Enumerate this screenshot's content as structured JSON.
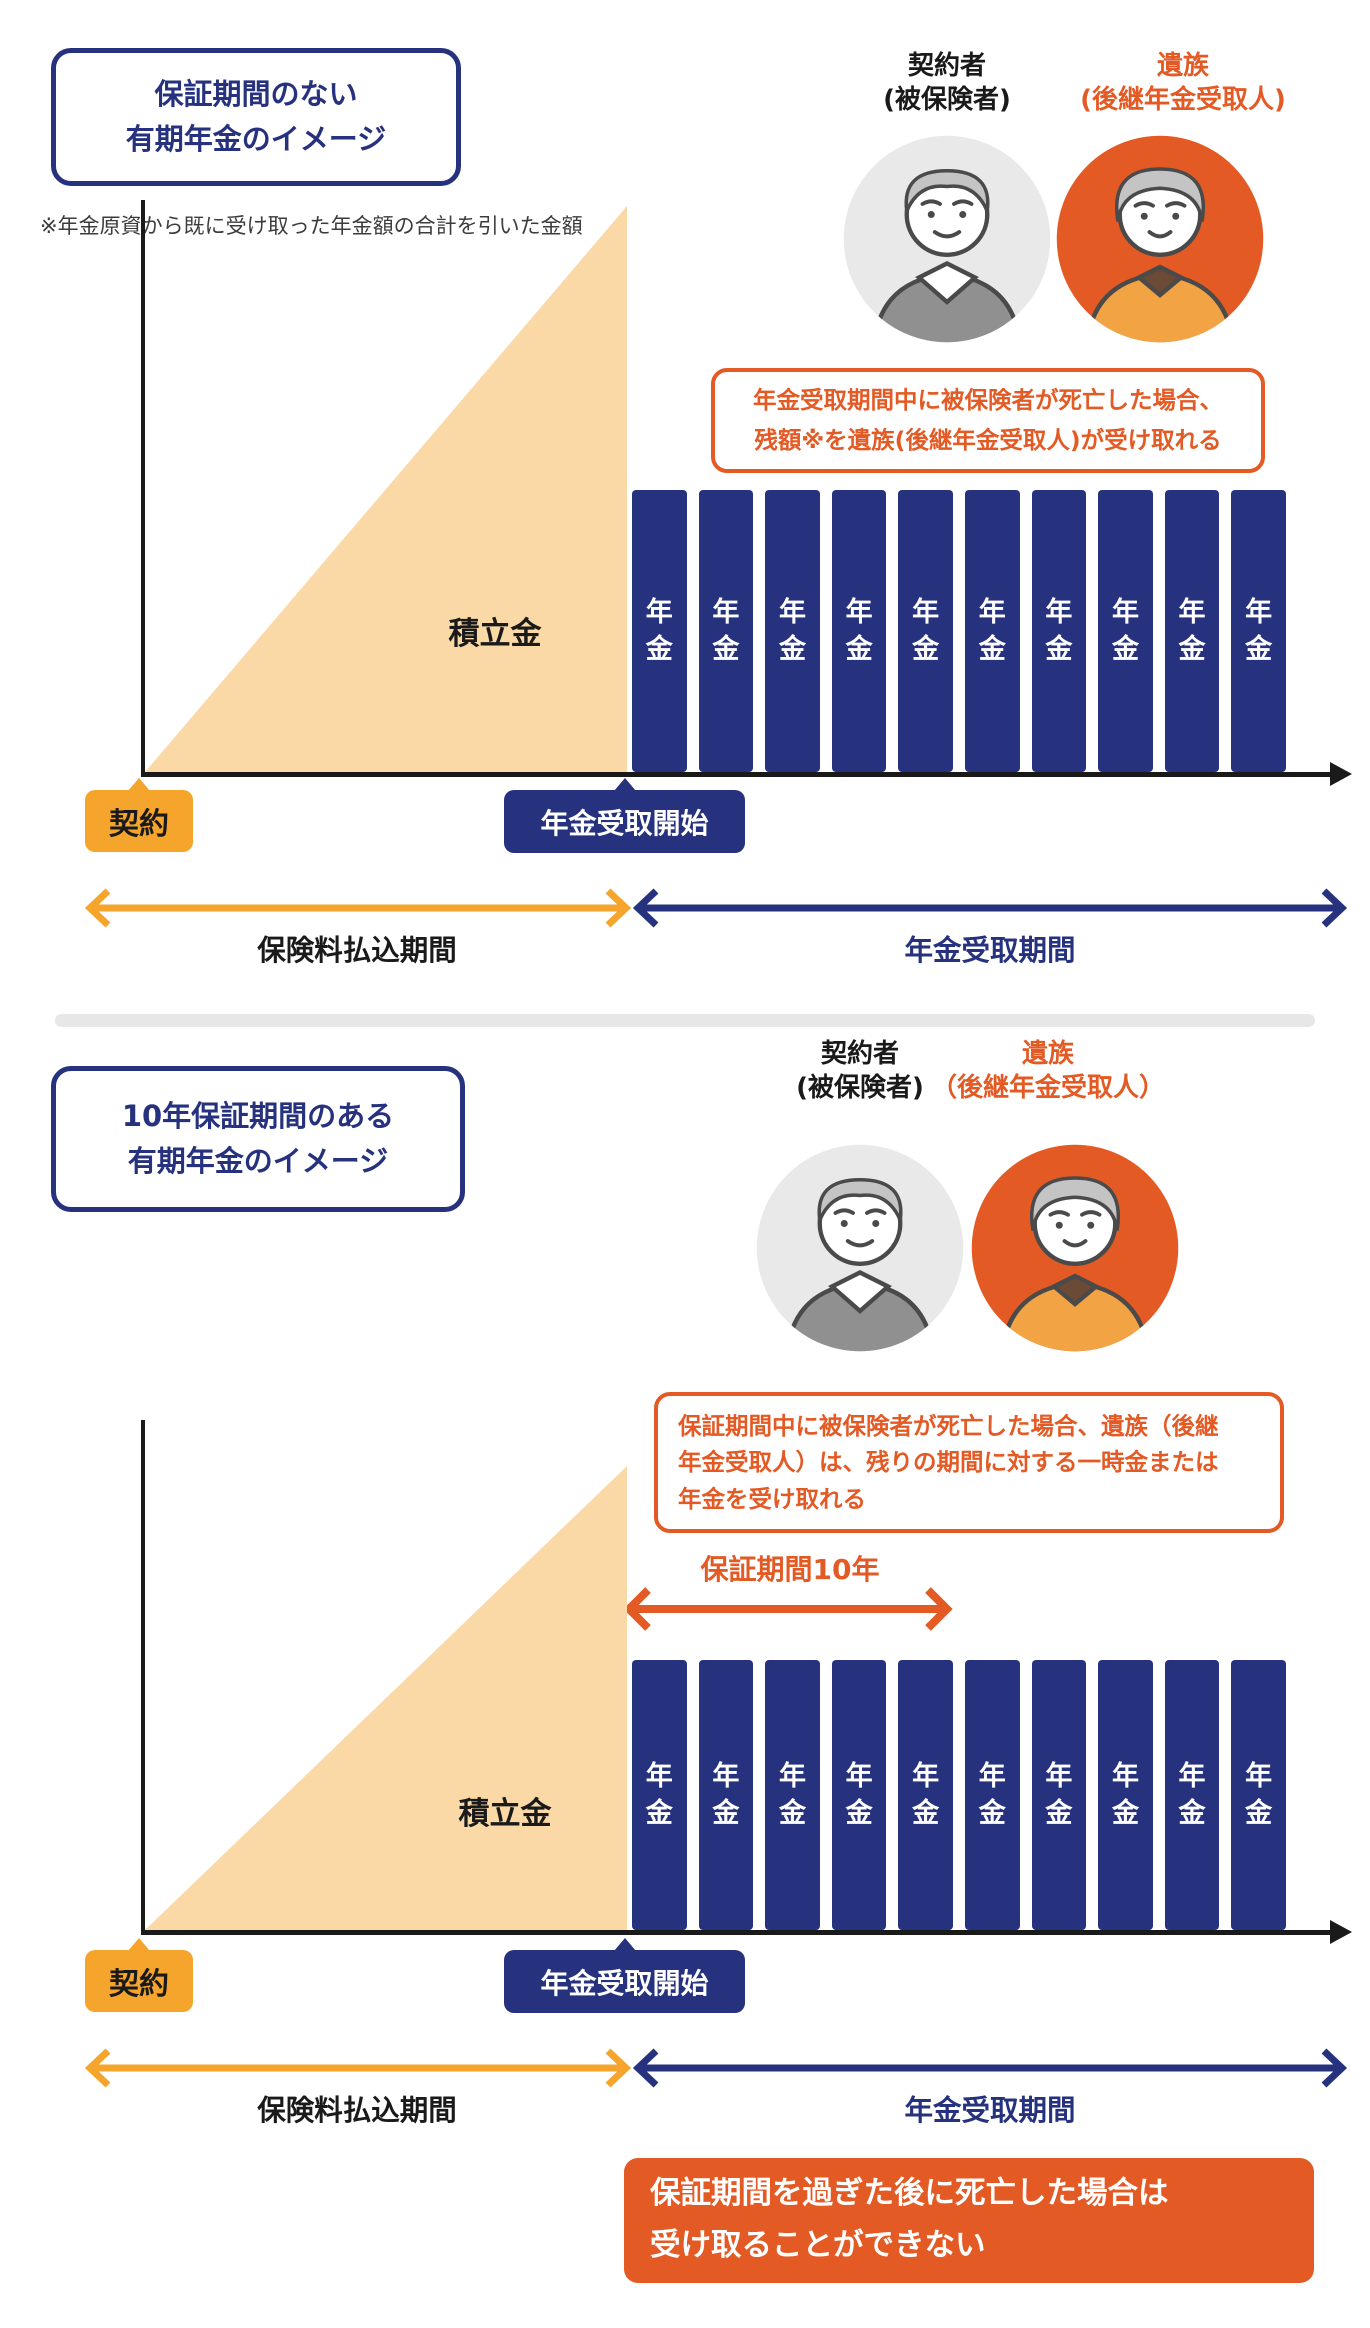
{
  "colors": {
    "navy": "#27327F",
    "orange": "#E45A25",
    "amber": "#F5A42C",
    "triangle_light_orange": "#FBD9A6",
    "ink": "#1A1A1A",
    "note_gray": "#3C3C3C",
    "divider_gray": "#E7E7E7",
    "avatar_gray": "#E9E9E9",
    "sweater_gray": "#909090",
    "cardigan_orange": "#F2A343"
  },
  "sections": [
    {
      "title_lines": [
        "保証期間のない",
        "有期年金のイメージ"
      ],
      "note": "※年金原資から既に受け取った年金額の合計を引いた金額",
      "people": {
        "contractor_line1": "契約者",
        "contractor_line2": "(被保険者)",
        "survivor_line1": "遺族",
        "survivor_line2": "(後継年金受取人)"
      },
      "callout_lines": [
        "年金受取期間中に被保険者が死亡した場合、",
        "残額※を遺族(後継年金受取人)が受け取れる"
      ],
      "chart": {
        "accumulation_label": "積立金",
        "bar_label_chars": [
          "年",
          "金"
        ],
        "bar_count": 10,
        "contract_label": "契約",
        "start_label": "年金受取開始",
        "payment_period_label": "保険料払込期間",
        "receiving_period_label": "年金受取期間"
      }
    },
    {
      "title_lines": [
        "10年保証期間のある",
        "有期年金のイメージ"
      ],
      "people": {
        "contractor_line1": "契約者",
        "contractor_line2": "(被保険者)",
        "survivor_line1": "遺族",
        "survivor_line2": "（後継年金受取人）"
      },
      "callout_lines": [
        "保証期間中に被保険者が死亡した場合、遺族（後継",
        "年金受取人）は、残りの期間に対する一時金または",
        "年金を受け取れる"
      ],
      "guarantee_label": "保証期間10年",
      "chart": {
        "accumulation_label": "積立金",
        "bar_label_chars": [
          "年",
          "金"
        ],
        "bar_count": 10,
        "contract_label": "契約",
        "start_label": "年金受取開始",
        "payment_period_label": "保険料払込期間",
        "receiving_period_label": "年金受取期間"
      },
      "footer_lines": [
        "保証期間を過ぎた後に死亡した場合は",
        "受け取ることができない"
      ]
    }
  ]
}
